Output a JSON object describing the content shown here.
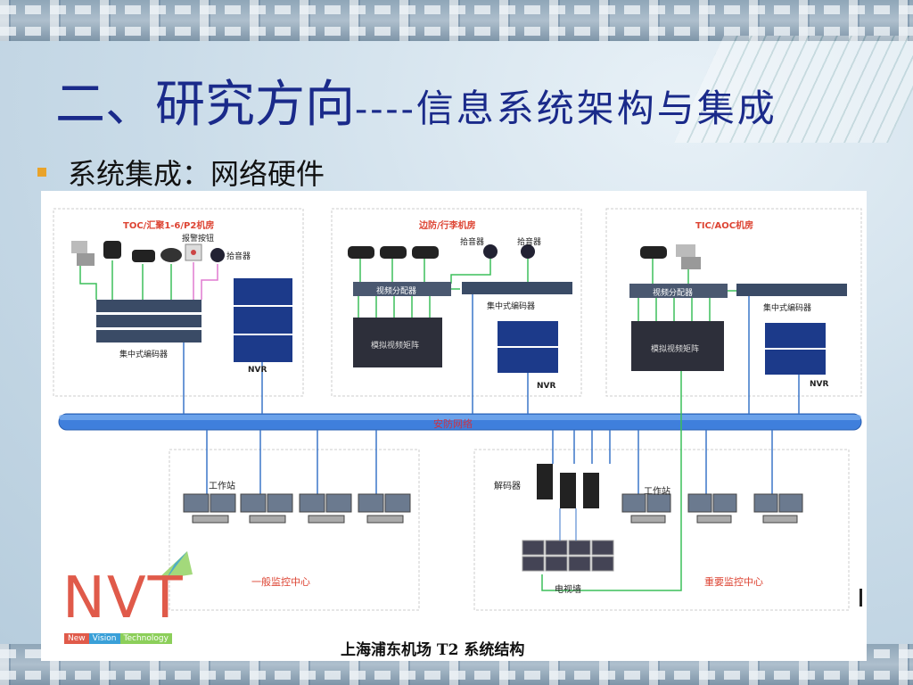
{
  "slide": {
    "title_main": "二、研究方向",
    "title_sub": "----信息系统架构与集成",
    "bullet_text": "系统集成：网络硬件"
  },
  "diagram": {
    "zones": {
      "toc": "TOC/汇聚1-6/P2机房",
      "border": "边防/行李机房",
      "tic": "TIC/AOC机房"
    },
    "labels": {
      "alarm_button": "报警按钮",
      "pickup_1": "拾音器",
      "pickup_2": "拾音器",
      "pickup_3": "拾音器",
      "encoder_1": "集中式编码器",
      "encoder_2": "集中式编码器",
      "encoder_3": "集中式编码器",
      "nvr_1": "NVR",
      "nvr_2": "NVR",
      "nvr_3": "NVR",
      "distributor_1": "视频分配器",
      "distributor_2": "视频分配器",
      "matrix_1": "模拟视频矩阵",
      "matrix_2": "模拟视频矩阵",
      "network": "安防网络",
      "workstation_1": "工作站",
      "workstation_2": "工作站",
      "decoder": "解码器",
      "tv_wall": "电视墙",
      "general_center": "一般监控中心",
      "key_center": "重要监控中心",
      "caption": "上海浦东机场 T2 系统结构"
    },
    "logo": {
      "letters": "NVT",
      "word_1": "New",
      "word_2": "Vision",
      "word_3": "Technology"
    }
  },
  "colors": {
    "title": "#1a2a8a",
    "bullet": "#e9a32a",
    "network": "#2f6fd0",
    "link_green": "#3cbf5a",
    "link_pink": "#e07ad0",
    "link_blue": "#3a76c8",
    "logo_red": "#e05a4a"
  }
}
